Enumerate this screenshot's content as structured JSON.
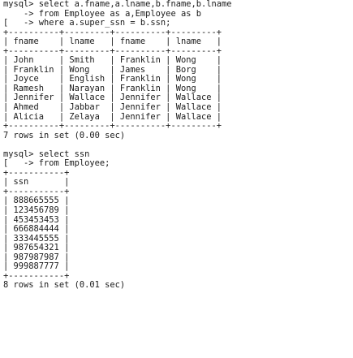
{
  "session": [
    {
      "kind": "prompt",
      "lines": [
        "mysql> select a.fname,a.lname,b.fname,b.lname",
        "    -> from Employee as a,Employee as b",
        "[   -> where a.super_ssn = b.ssn;"
      ]
    },
    {
      "kind": "table",
      "lines": [
        "+----------+---------+----------+---------+",
        "| fname    | lname   | fname    | lname   |",
        "+----------+---------+----------+---------+",
        "| John     | Smith   | Franklin | Wong    |",
        "| Franklin | Wong    | James    | Borg    |",
        "| Joyce    | English | Franklin | Wong    |",
        "| Ramesh   | Narayan | Franklin | Wong    |",
        "| Jennifer | Wallace | Jennifer | Wallace |",
        "| Ahmed    | Jabbar  | Jennifer | Wallace |",
        "| Alicia   | Zelaya  | Jennifer | Wallace |",
        "+----------+---------+----------+---------+"
      ]
    },
    {
      "kind": "status",
      "lines": [
        "7 rows in set (0.00 sec)"
      ]
    },
    {
      "kind": "blank",
      "lines": []
    },
    {
      "kind": "prompt",
      "lines": [
        "mysql> select ssn",
        "[   -> from Employee;"
      ]
    },
    {
      "kind": "table",
      "lines": [
        "+-----------+",
        "| ssn       |",
        "+-----------+",
        "| 888665555 |",
        "| 123456789 |",
        "| 453453453 |",
        "| 666884444 |",
        "| 333445555 |",
        "| 987654321 |",
        "| 987987987 |",
        "| 999887777 |",
        "+-----------+"
      ]
    },
    {
      "kind": "status",
      "lines": [
        "8 rows in set (0.01 sec)"
      ]
    }
  ]
}
